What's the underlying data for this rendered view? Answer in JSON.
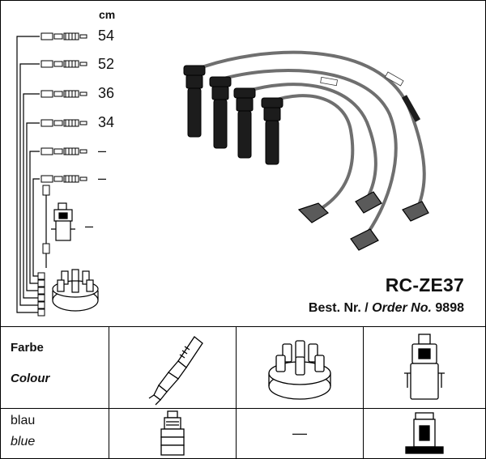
{
  "unit_label": "cm",
  "wire_lengths": [
    "54",
    "52",
    "36",
    "34",
    "–",
    "–"
  ],
  "coil_length": "–",
  "product": {
    "code": "RC-ZE37",
    "order_prefix": "Best. Nr. /",
    "order_label": "Order No.",
    "order_number": "9898"
  },
  "legend": {
    "header_de": "Farbe",
    "header_en": "Colour",
    "color_de": "blau",
    "color_en": "blue",
    "cap_value": "—",
    "icons": [
      "spark-plug-icon",
      "distributor-cap-icon",
      "ignition-coil-icon",
      "plug-boot-icon",
      "coil-connector-icon"
    ]
  },
  "colors": {
    "wire": "#6f6f6f",
    "boot": "#1c1c1c",
    "line": "#000000"
  }
}
